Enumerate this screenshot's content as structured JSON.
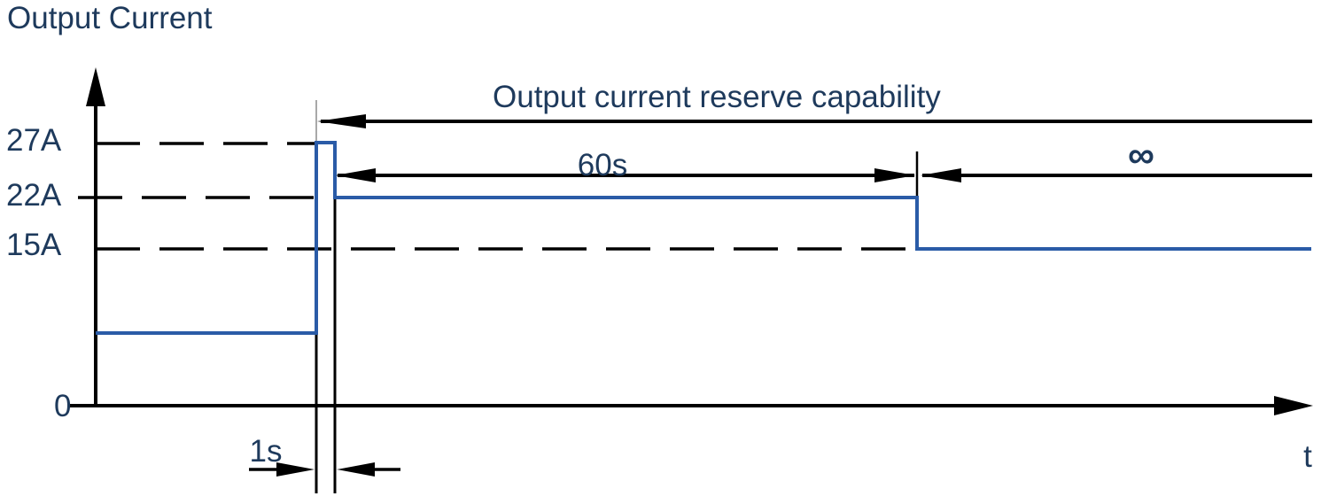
{
  "title": "Output Current",
  "axes": {
    "x_label": "t",
    "origin_label": "0",
    "y_tick_labels": [
      "27A",
      "22A",
      "15A"
    ]
  },
  "annotations": {
    "reserve": "Output current reserve capability",
    "duration_60s": "60s",
    "duration_infinity": "∞",
    "duration_1s": "1s"
  },
  "colors": {
    "text_navy": "#1e3a5c",
    "signal_blue": "#2a5ba7",
    "line_black": "#000000",
    "extension_gray": "#8a8a8a"
  },
  "chart_data": {
    "type": "line",
    "title": "Output Current",
    "xlabel": "t",
    "ylabel": "Output Current",
    "x_axis": {
      "unit": "time (s)",
      "numeric_ticks": false
    },
    "y_axis": {
      "ticks": [
        0,
        15,
        22,
        27
      ],
      "tick_labels": [
        "0",
        "15A",
        "22A",
        "27A"
      ],
      "unit": "A"
    },
    "grid": "dashed black horizontal reference lines at 27A, 22A and 15A",
    "legend_position": "none",
    "series": [
      {
        "name": "Output current",
        "color": "#2a5ba7",
        "shape": "step",
        "segments": [
          {
            "phase": "nominal level before boost",
            "level_A_approx": 7,
            "level_label": null,
            "duration_label": null
          },
          {
            "phase": "boost pulse",
            "level_A_approx": 27,
            "level_label": "27A",
            "duration_label": "1s"
          },
          {
            "phase": "reserve plateau",
            "level_A_approx": 22,
            "level_label": "22A",
            "duration_label": "60s"
          },
          {
            "phase": "continuous rating",
            "level_A_approx": 15,
            "level_label": "15A",
            "duration_label": "∞"
          }
        ]
      }
    ],
    "annotations": [
      "Output current reserve capability (dimension arrow spanning from boost instant to right edge)",
      "60s (dimension arrows spanning the 22A plateau)",
      "∞ (dimension arrow spanning the 15A continuous region)",
      "1s (dimension arrows below axis spanning the 27A pulse width)"
    ]
  }
}
